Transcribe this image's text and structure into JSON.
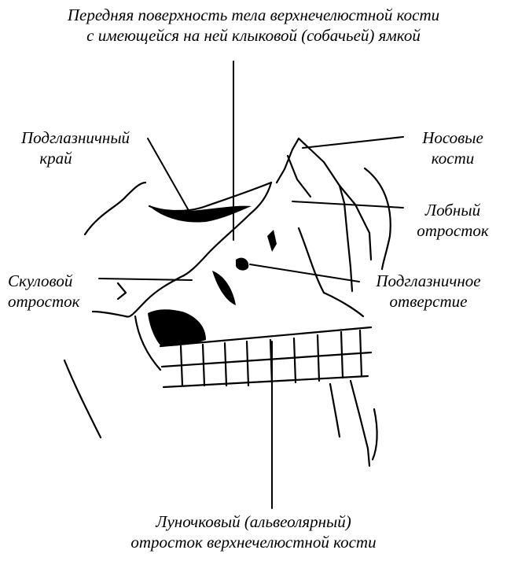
{
  "labels": {
    "front_surface": [
      "Передняя поверхность тела верхнечелюстной кости",
      "с имеющейся на ней клыковой (собачьей) ямкой"
    ],
    "infraorbital_margin": [
      "Подглазничный",
      "край"
    ],
    "nasal_bones": [
      "Носовые",
      "кости"
    ],
    "frontal_process": [
      "Лобный",
      "отросток"
    ],
    "zygomatic_process": [
      "Скуловой",
      "отросток"
    ],
    "infraorbital_foramen": [
      "Подглазничное",
      "отверстие"
    ],
    "alveolar_process": [
      "Луночковый (альвеолярный)",
      "отросток верхнечелюстной кости"
    ]
  },
  "colors": {
    "ink": "#000000",
    "paper": "#ffffff"
  }
}
